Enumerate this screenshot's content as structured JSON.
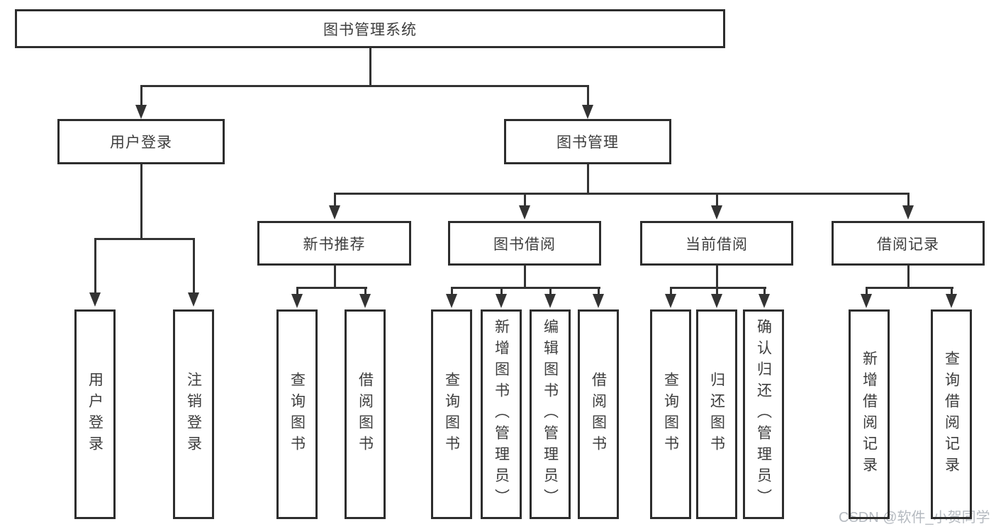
{
  "diagram": {
    "root": {
      "label": "图书管理系统"
    },
    "level2": [
      {
        "label": "用户登录"
      },
      {
        "label": "图书管理"
      }
    ],
    "level3": [
      {
        "label": "新书推荐"
      },
      {
        "label": "图书借阅"
      },
      {
        "label": "当前借阅"
      },
      {
        "label": "借阅记录"
      }
    ],
    "leaves": [
      {
        "label": "用户登录"
      },
      {
        "label": "注销登录"
      },
      {
        "label": "查询图书"
      },
      {
        "label": "借阅图书"
      },
      {
        "label": "查询图书"
      },
      {
        "label": "新增图书（管理员）"
      },
      {
        "label": "编辑图书（管理员）"
      },
      {
        "label": "借阅图书"
      },
      {
        "label": "查询图书"
      },
      {
        "label": "归还图书"
      },
      {
        "label": "确认归还（管理员）"
      },
      {
        "label": "新增借阅记录"
      },
      {
        "label": "查询借阅记录"
      }
    ]
  },
  "watermark": {
    "text": "CSDN @软件_小贺同学"
  },
  "colors": {
    "line": "#333333",
    "border": "#2d2d2d",
    "text": "#3d3d3d",
    "background": "#ffffff",
    "watermark": "#b5bac0"
  }
}
